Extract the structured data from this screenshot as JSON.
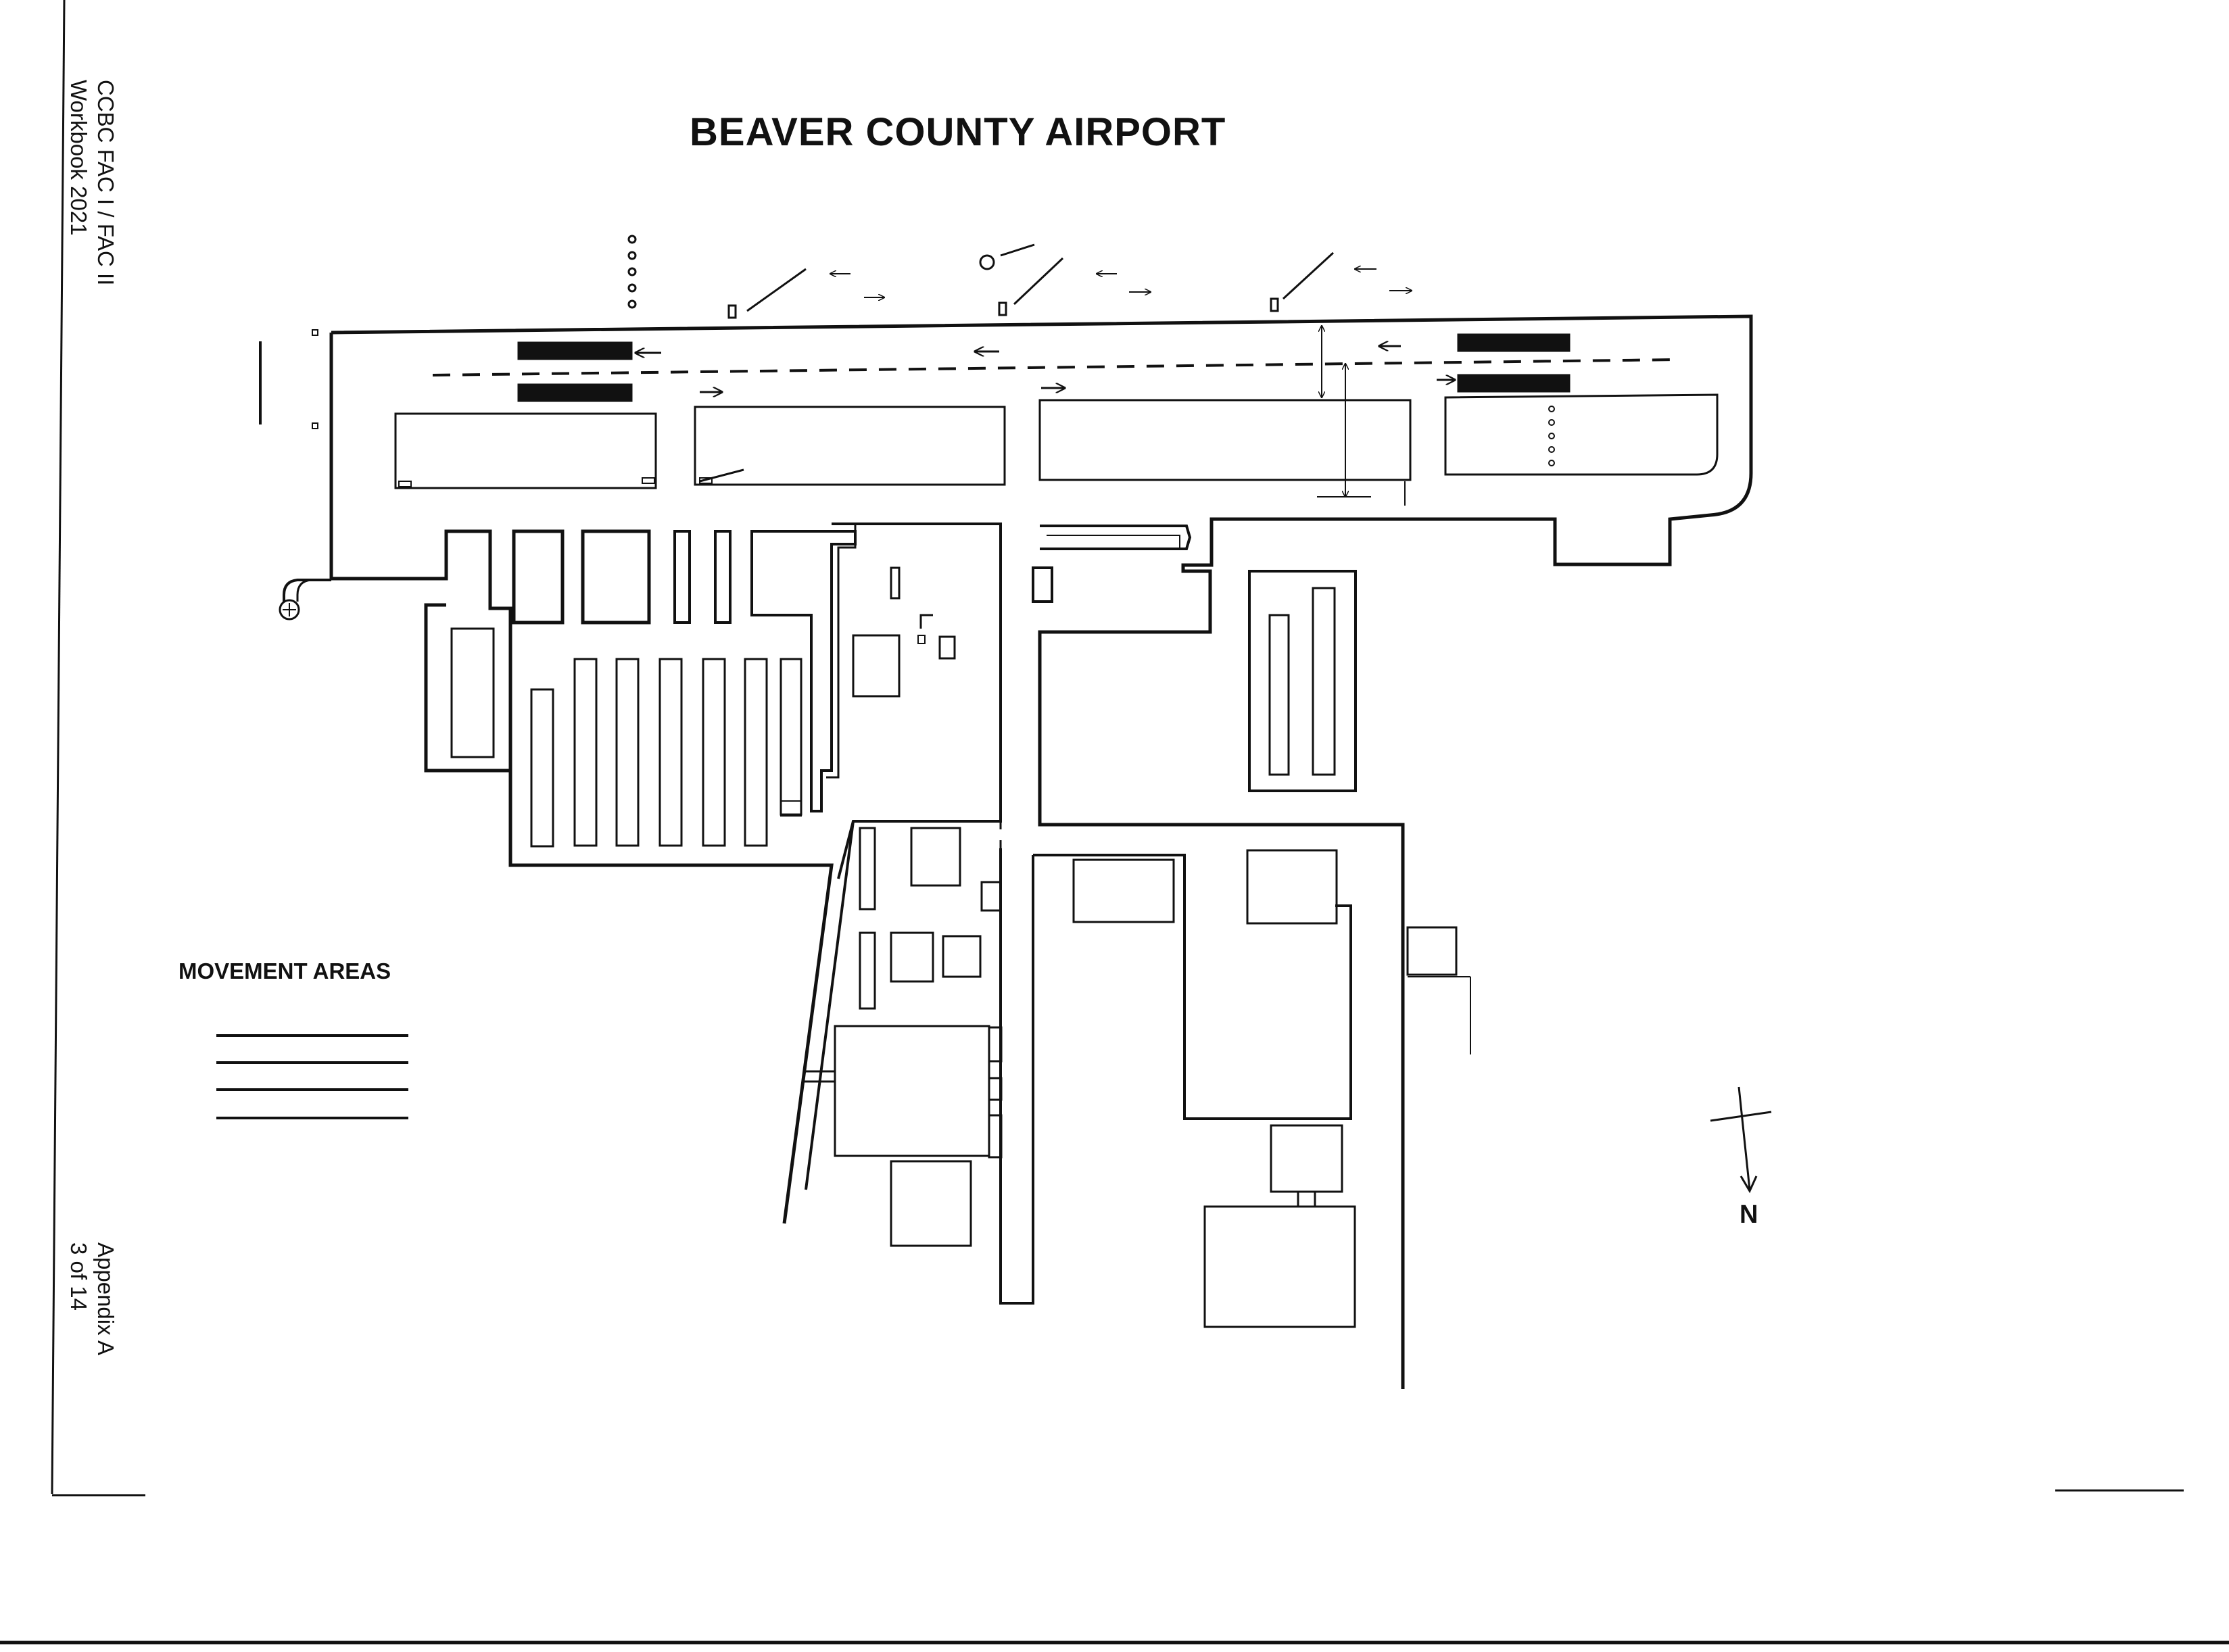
{
  "document": {
    "title": "BEAVER COUNTY AIRPORT",
    "side_header": {
      "line1": "CCBC FAC I / FAC II",
      "line2": "Workbook 2021"
    },
    "side_footer": {
      "line1": "Appendix A",
      "line2": "3 of 14"
    }
  },
  "legend": {
    "title": "MOVEMENT AREAS",
    "line_count": 4
  },
  "compass": {
    "label": "N",
    "points": "down"
  },
  "colors": {
    "ink": "#111111",
    "paper": "#ffffff"
  }
}
